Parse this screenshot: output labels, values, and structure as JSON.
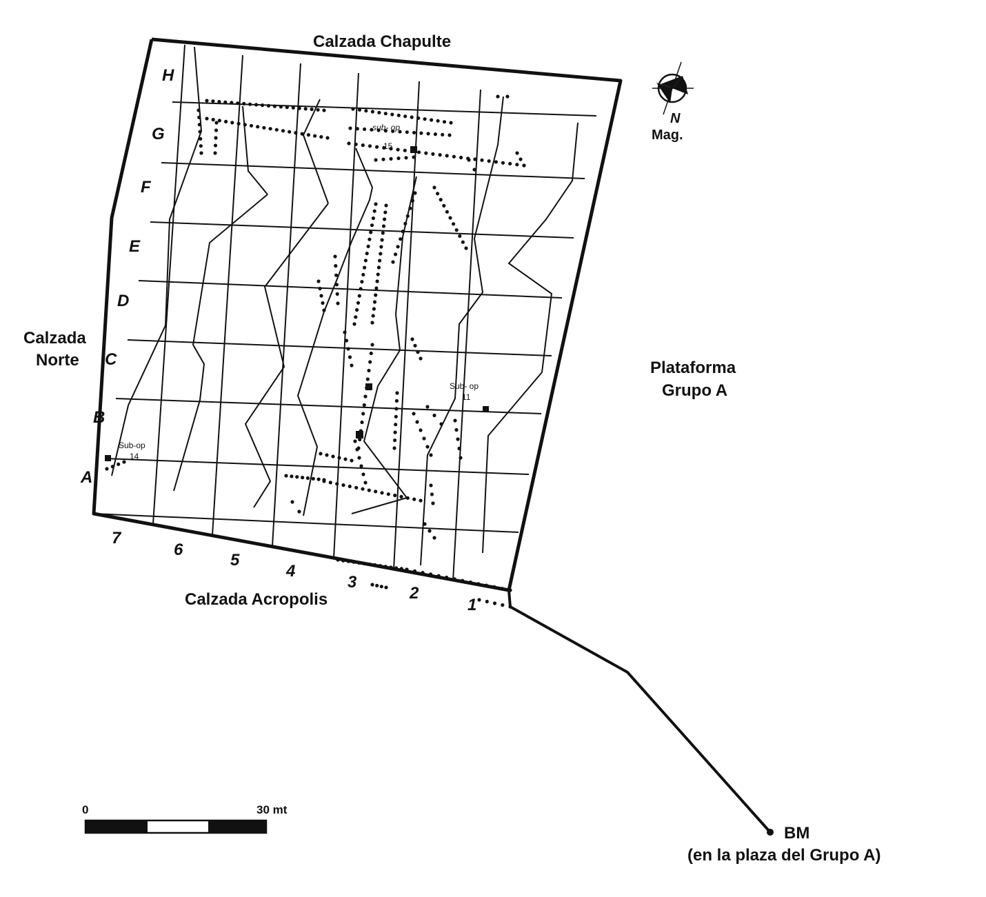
{
  "labels": {
    "north_road": "Calzada Chapulte",
    "west_road": [
      "Calzada",
      "Norte"
    ],
    "south_road": "Calzada Acropolis",
    "east_platform": [
      "Plataforma",
      "Grupo A"
    ],
    "benchmark": [
      "BM",
      "(en la plaza del Grupo A)"
    ]
  },
  "compass": {
    "n": "N",
    "mag": "Mag."
  },
  "grid": {
    "rows": [
      "A",
      "B",
      "C",
      "D",
      "E",
      "F",
      "G",
      "H"
    ],
    "cols": [
      "1",
      "2",
      "3",
      "4",
      "5",
      "6",
      "7"
    ]
  },
  "suboperations": [
    {
      "id": "sub15",
      "line1": "sub- op",
      "line2": "15"
    },
    {
      "id": "sub11",
      "line1": "Sub- op",
      "line2": "11"
    },
    {
      "id": "sub14",
      "line1": "Sub-op",
      "line2": "14"
    }
  ],
  "scale_bar": {
    "start": "0",
    "end": "30 mt"
  },
  "colors": {
    "ink": "#111111",
    "paper": "#ffffff"
  }
}
